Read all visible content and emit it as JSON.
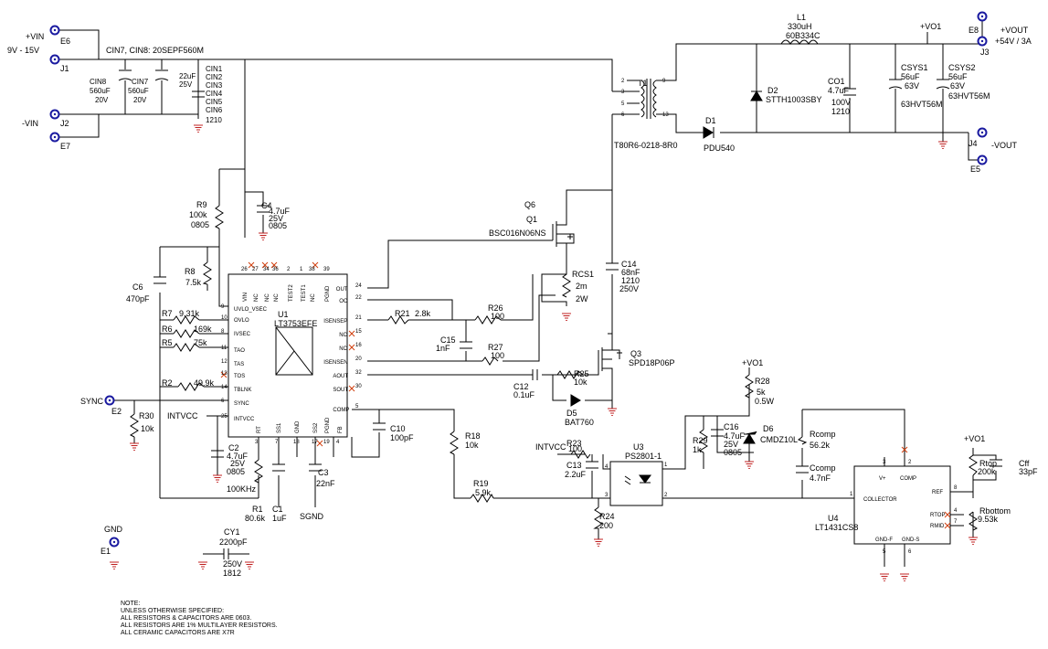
{
  "colors": {
    "wire": "#000000",
    "port": "#1a1aa0",
    "xmark": "#d04010",
    "ground": "#c02020"
  },
  "ports": {
    "vin_label": "+VIN",
    "vin_range": "9V - 15V",
    "e6": "E6",
    "j1": "J1",
    "mvin_label": "-VIN",
    "j2": "J2",
    "e7": "E7",
    "sync_label": "SYNC",
    "e2": "E2",
    "gnd_label": "GND",
    "e1": "E1",
    "vout_label": "+VOUT",
    "vout_rating": "+54V / 3A",
    "e8": "E8",
    "j3": "J3",
    "mvout_label": "-VOUT",
    "j4": "J4",
    "e5": "E5",
    "vo1_top": "+VO1",
    "vo1_r28": "+VO1",
    "vo1_right": "+VO1",
    "intvcc_left": "INTVCC",
    "intvcc_mid": "INTVCC",
    "sgnd": "SGND"
  },
  "input_caps": {
    "header": "CIN7, CIN8: 20SEPF560M",
    "cin8": [
      "CIN8",
      "560uF",
      "20V"
    ],
    "cin7": [
      "CIN7",
      "560uF",
      "20V"
    ],
    "cbank": [
      "22uF",
      "25V"
    ],
    "cbank_names": [
      "CIN1",
      "CIN2",
      "CIN3",
      "CIN4",
      "CIN5",
      "CIN6"
    ],
    "cbank_pkg": "1210"
  },
  "transformer": {
    "ref": "T1",
    "part": "T80R6-0218-8R0",
    "pins": [
      "2",
      "3",
      "5",
      "6",
      "9",
      "13"
    ]
  },
  "output": {
    "l1": [
      "L1",
      "330uH",
      "60B334C"
    ],
    "d2": [
      "D2",
      "STTH1003SBY"
    ],
    "co1": [
      "CO1",
      "4.7uF",
      "100V",
      "1210"
    ],
    "d1": [
      "D1",
      "PDU540"
    ],
    "csys1": [
      "CSYS1",
      "56uF",
      "63V"
    ],
    "csys2": [
      "CSYS2",
      "56uF",
      "63V"
    ],
    "csys_part": "63HVT56M"
  },
  "primary": {
    "q6": "Q6",
    "q1": "Q1",
    "q1_part": "BSC016N06NS",
    "rcs1": [
      "RCS1",
      "2m",
      "2W"
    ],
    "c14": [
      "C14",
      "68nF",
      "1210",
      "250V"
    ],
    "q3": "Q3",
    "q3_part": "SPD18P06P",
    "r25": [
      "R25",
      "10k"
    ],
    "d5": [
      "D5",
      "BAT760"
    ],
    "c12": [
      "C12",
      "0.1uF"
    ]
  },
  "controller": {
    "ref": "U1",
    "part": "LT3753EFE",
    "top_pins": [
      [
        "VIN",
        "26"
      ],
      [
        "NC",
        "27"
      ],
      [
        "NC",
        "34"
      ],
      [
        "NC",
        "36"
      ],
      [
        "TEST2",
        "2"
      ],
      [
        "TEST1",
        "1"
      ],
      [
        "NC",
        "38"
      ],
      [
        "PGND",
        "39"
      ]
    ],
    "left_pins": [
      [
        "UVLO_VSEC",
        "9"
      ],
      [
        "OVLO",
        "10"
      ],
      [
        "IVSEC",
        "8"
      ],
      [
        "TAO",
        "11"
      ],
      [
        "TAS",
        "12"
      ],
      [
        "TOS",
        "13"
      ],
      [
        "TBLNK",
        "14"
      ],
      [
        "SYNC",
        "6"
      ],
      [
        "INTVCC",
        "25"
      ]
    ],
    "right_pins": [
      [
        "OUT",
        "24"
      ],
      [
        "OC",
        "22"
      ],
      [
        "ISENSEP",
        "21"
      ],
      [
        "NC",
        "15"
      ],
      [
        "NC",
        "16"
      ],
      [
        "ISENSEN",
        "20"
      ],
      [
        "AOUT",
        "32"
      ],
      [
        "SOUT",
        "30"
      ],
      [
        "COMP",
        "5"
      ]
    ],
    "bottom_pins": [
      [
        "RT",
        "3"
      ],
      [
        "SS1",
        "7"
      ],
      [
        "GND",
        "18"
      ],
      [
        "SS2",
        "17"
      ],
      [
        "PGND",
        "19"
      ],
      [
        "FB",
        "4"
      ]
    ]
  },
  "passives": {
    "c4": [
      "C4",
      "4.7uF",
      "25V",
      "0805"
    ],
    "r9": [
      "R9",
      "100k",
      "0805"
    ],
    "c6": [
      "C6",
      "470pF"
    ],
    "r8": [
      "R8",
      "7.5k"
    ],
    "r7": [
      "R7",
      "9.31k"
    ],
    "r6": [
      "R6",
      "169k"
    ],
    "r5": [
      "R5",
      "75k"
    ],
    "r2": [
      "R2",
      "49.9k"
    ],
    "r30": [
      "R30",
      "10k"
    ],
    "c2": [
      "C2",
      "4.7uF",
      "25V",
      "0805"
    ],
    "r1": [
      "R1",
      "80.6k"
    ],
    "rt_freq": "100KHz",
    "c1": [
      "C1",
      "1uF"
    ],
    "c3": [
      "C3",
      "22nF"
    ],
    "r21": [
      "R21",
      "2.8k"
    ],
    "r26": [
      "R26",
      "100"
    ],
    "c15": [
      "C15",
      "1nF"
    ],
    "r27": [
      "R27",
      "100"
    ],
    "c10": [
      "C10",
      "100pF"
    ],
    "r18": [
      "R18",
      "10k"
    ],
    "r19": [
      "R19",
      "5.9k"
    ],
    "cy1": [
      "CY1",
      "2200pF",
      "250V",
      "1812"
    ]
  },
  "feedback": {
    "u3": "U3",
    "u3_part": "PS2801-1",
    "r23": [
      "R23",
      "100"
    ],
    "c13": [
      "C13",
      "2.2uF"
    ],
    "r24": [
      "R24",
      "200"
    ],
    "r28": [
      "R28",
      "5k",
      "0.5W"
    ],
    "r29": [
      "R29",
      "1k"
    ],
    "c16": [
      "C16",
      "4.7uF",
      "25V",
      "0805"
    ],
    "d6": [
      "D6",
      "CMDZ10L"
    ],
    "rcomp": [
      "Rcomp",
      "56.2k"
    ],
    "ccomp": [
      "Ccomp",
      "4.7nF"
    ],
    "u4": "U4",
    "u4_part": "LT1431CS8",
    "u4_pins": {
      "vplus": "V+",
      "comp": "COMP",
      "ref": "REF",
      "collector": "COLLECTOR",
      "rtop": "RTOP",
      "rmid": "RMID",
      "gndf": "GND-F",
      "gnds": "GND-S"
    },
    "u4_pinnums": [
      "3",
      "2",
      "1",
      "8",
      "4",
      "7",
      "5",
      "6"
    ],
    "rtop": [
      "Rtop",
      "200k"
    ],
    "rbottom": [
      "Rbottom",
      "9.53k"
    ],
    "cff": [
      "Cff",
      "33pF"
    ]
  },
  "notes": [
    "NOTE:",
    "UNLESS OTHERWISE SPECIFIED:",
    "ALL RESISTORS & CAPACITORS ARE 0603.",
    "ALL RESISTORS ARE 1% MULTILAYER RESISTORS.",
    "ALL CERAMIC CAPACITORS ARE X7R"
  ]
}
